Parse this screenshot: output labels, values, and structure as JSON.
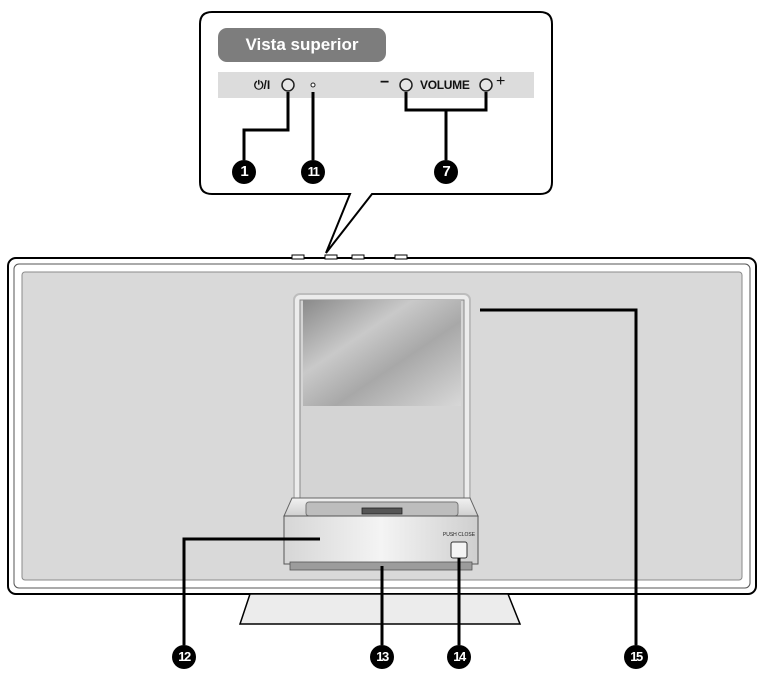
{
  "top_view": {
    "title": "Vista superior",
    "power_symbol": "⏻/I",
    "volume_label": "VOLUME",
    "minus": "−",
    "plus": "+"
  },
  "front": {
    "push_close": "PUSH CLOSE"
  },
  "callouts": [
    "1",
    "11",
    "7",
    "12",
    "13",
    "14",
    "15"
  ],
  "colors": {
    "bubble_title_bg": "#7d7d7d",
    "panel_strip": "#dcdcdc",
    "grille": "#d9d9d9",
    "outline": "#000000"
  }
}
